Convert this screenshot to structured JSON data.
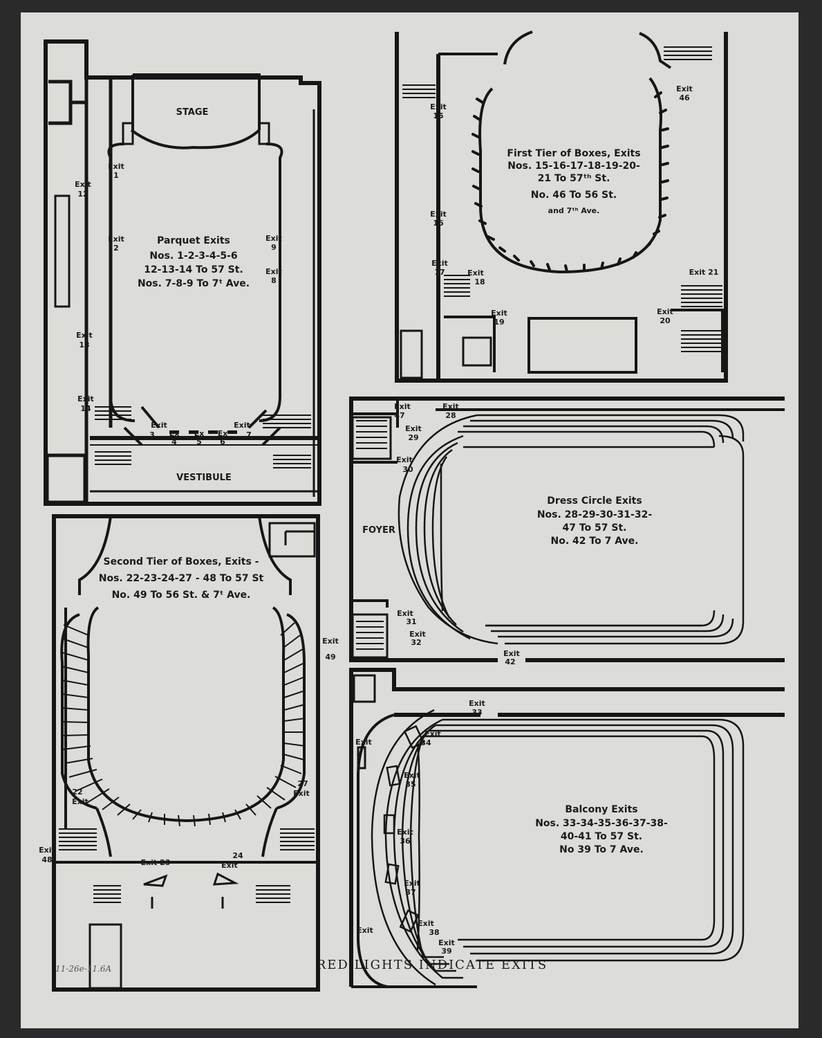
{
  "parquet": {
    "stage": "STAGE",
    "vestibule": "VESTIBULE",
    "caption": [
      "Parquet Exits",
      "Nos. 1-2-3-4-5-6",
      "12-13-14 To 57 St.",
      "Nos. 7-8-9 To 7ᵗ Ave."
    ],
    "exits": {
      "e1": [
        "Exit",
        "1"
      ],
      "e2": [
        "Exit",
        "2"
      ],
      "e3": [
        "Exit",
        "3"
      ],
      "e4": [
        "Ex",
        "4"
      ],
      "e5": [
        "Ex",
        "5"
      ],
      "e6": [
        "Ex",
        "6"
      ],
      "e7": [
        "Exit",
        "7"
      ],
      "e8": [
        "Exit",
        "8"
      ],
      "e9": [
        "Exit",
        "9"
      ],
      "e12": [
        "Exit",
        "12"
      ],
      "e13": [
        "Exit",
        "13"
      ],
      "e14": [
        "Exit",
        "14"
      ]
    }
  },
  "first_tier": {
    "caption": [
      "First Tier of Boxes, Exits",
      "Nos. 15-16-17-18-19-20-",
      "21 To 57ᵗʰ St.",
      "No. 46 To 56 St.",
      "and 7ᵗʰ Ave."
    ],
    "exits": {
      "e15": [
        "Exit",
        "15"
      ],
      "e16": [
        "Exit",
        "16"
      ],
      "e17": [
        "Exit",
        "17"
      ],
      "e18": [
        "Exit",
        "18"
      ],
      "e19": [
        "Exit",
        "19"
      ],
      "e20": [
        "Exit",
        "20"
      ],
      "e21": "Exit 21",
      "e46": [
        "Exit",
        "46"
      ]
    }
  },
  "second_tier": {
    "caption": [
      "Second Tier of Boxes, Exits -",
      "Nos. 22-23-24-27 - 48 To 57 St",
      "No. 49 To 56 St. & 7ᵗ Ave."
    ],
    "exits": {
      "e22": [
        "22",
        "Exit"
      ],
      "e23": "Exit 23",
      "e24": [
        "24",
        "Exit"
      ],
      "e27": [
        "27",
        "Exit"
      ],
      "e48": [
        "Exit",
        "48"
      ],
      "e49": [
        "Exit",
        "49"
      ]
    }
  },
  "dress_circle": {
    "foyer": "FOYER",
    "caption": [
      "Dress Circle Exits",
      "Nos. 28-29-30-31-32-",
      "47 To 57 St.",
      "No. 42 To 7 Ave."
    ],
    "exits": {
      "e28": [
        "Exit",
        "28"
      ],
      "e29": [
        "Exit",
        "29"
      ],
      "e30": [
        "Exit",
        "30"
      ],
      "e31": [
        "Exit",
        "31"
      ],
      "e32": [
        "Exit",
        "32"
      ],
      "e42": [
        "Exit",
        "42"
      ],
      "e47": [
        "Exit",
        "47"
      ]
    }
  },
  "balcony": {
    "caption": [
      "Balcony Exits",
      "Nos. 33-34-35-36-37-38-",
      "40-41 To 57 St.",
      "No 39 To 7 Ave."
    ],
    "exits": {
      "e33": [
        "Exit",
        "33"
      ],
      "e34": [
        "Exit",
        "34"
      ],
      "e35": [
        "Exit",
        "35"
      ],
      "e36": [
        "Exit",
        "36"
      ],
      "e37": [
        "Exit",
        "37"
      ],
      "e38": [
        "Exit",
        "38"
      ],
      "e39": [
        "Exit",
        "39"
      ],
      "eA": "Exit",
      "eB": "Exit"
    }
  },
  "footer": "RED LIGHTS INDICATE EXITS",
  "handwritten_note": "11-26e-11.6A"
}
